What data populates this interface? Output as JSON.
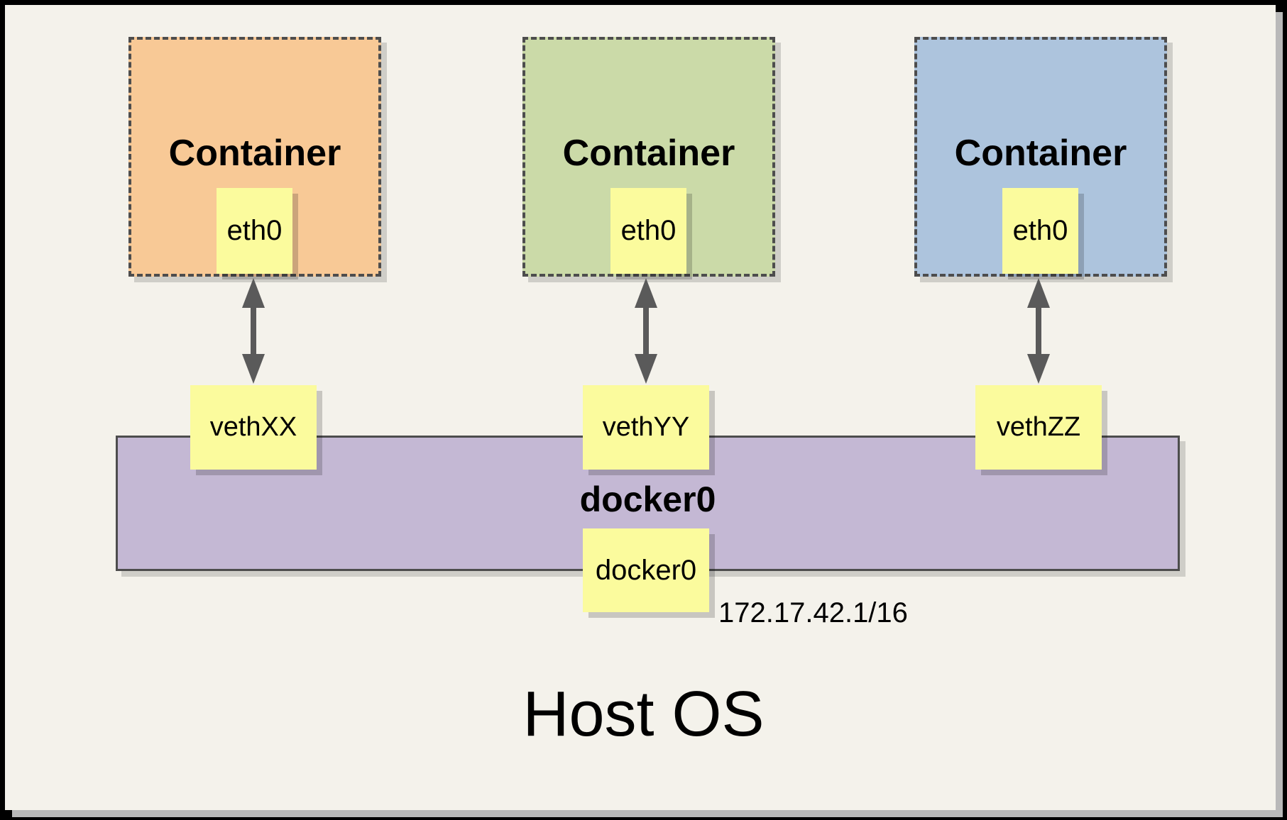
{
  "diagram": {
    "title": "Host OS",
    "bridge": {
      "label": "docker0",
      "interface_label": "docker0",
      "ip": "172.17.42.1/16",
      "fill": "#C4B8D4"
    },
    "containers": [
      {
        "label": "Container",
        "fill": "#F8C996",
        "interface_label": "eth0",
        "veth_label": "vethXX"
      },
      {
        "label": "Container",
        "fill": "#CBDAA8",
        "interface_label": "eth0",
        "veth_label": "vethYY"
      },
      {
        "label": "Container",
        "fill": "#ADC4DD",
        "interface_label": "eth0",
        "veth_label": "vethZZ"
      }
    ],
    "colors": {
      "note_fill": "#FBFB9D",
      "border": "#4D4D4D",
      "panel_background": "#F4F2EB",
      "frame": "#000000",
      "arrow": "#5A5A5A"
    }
  }
}
